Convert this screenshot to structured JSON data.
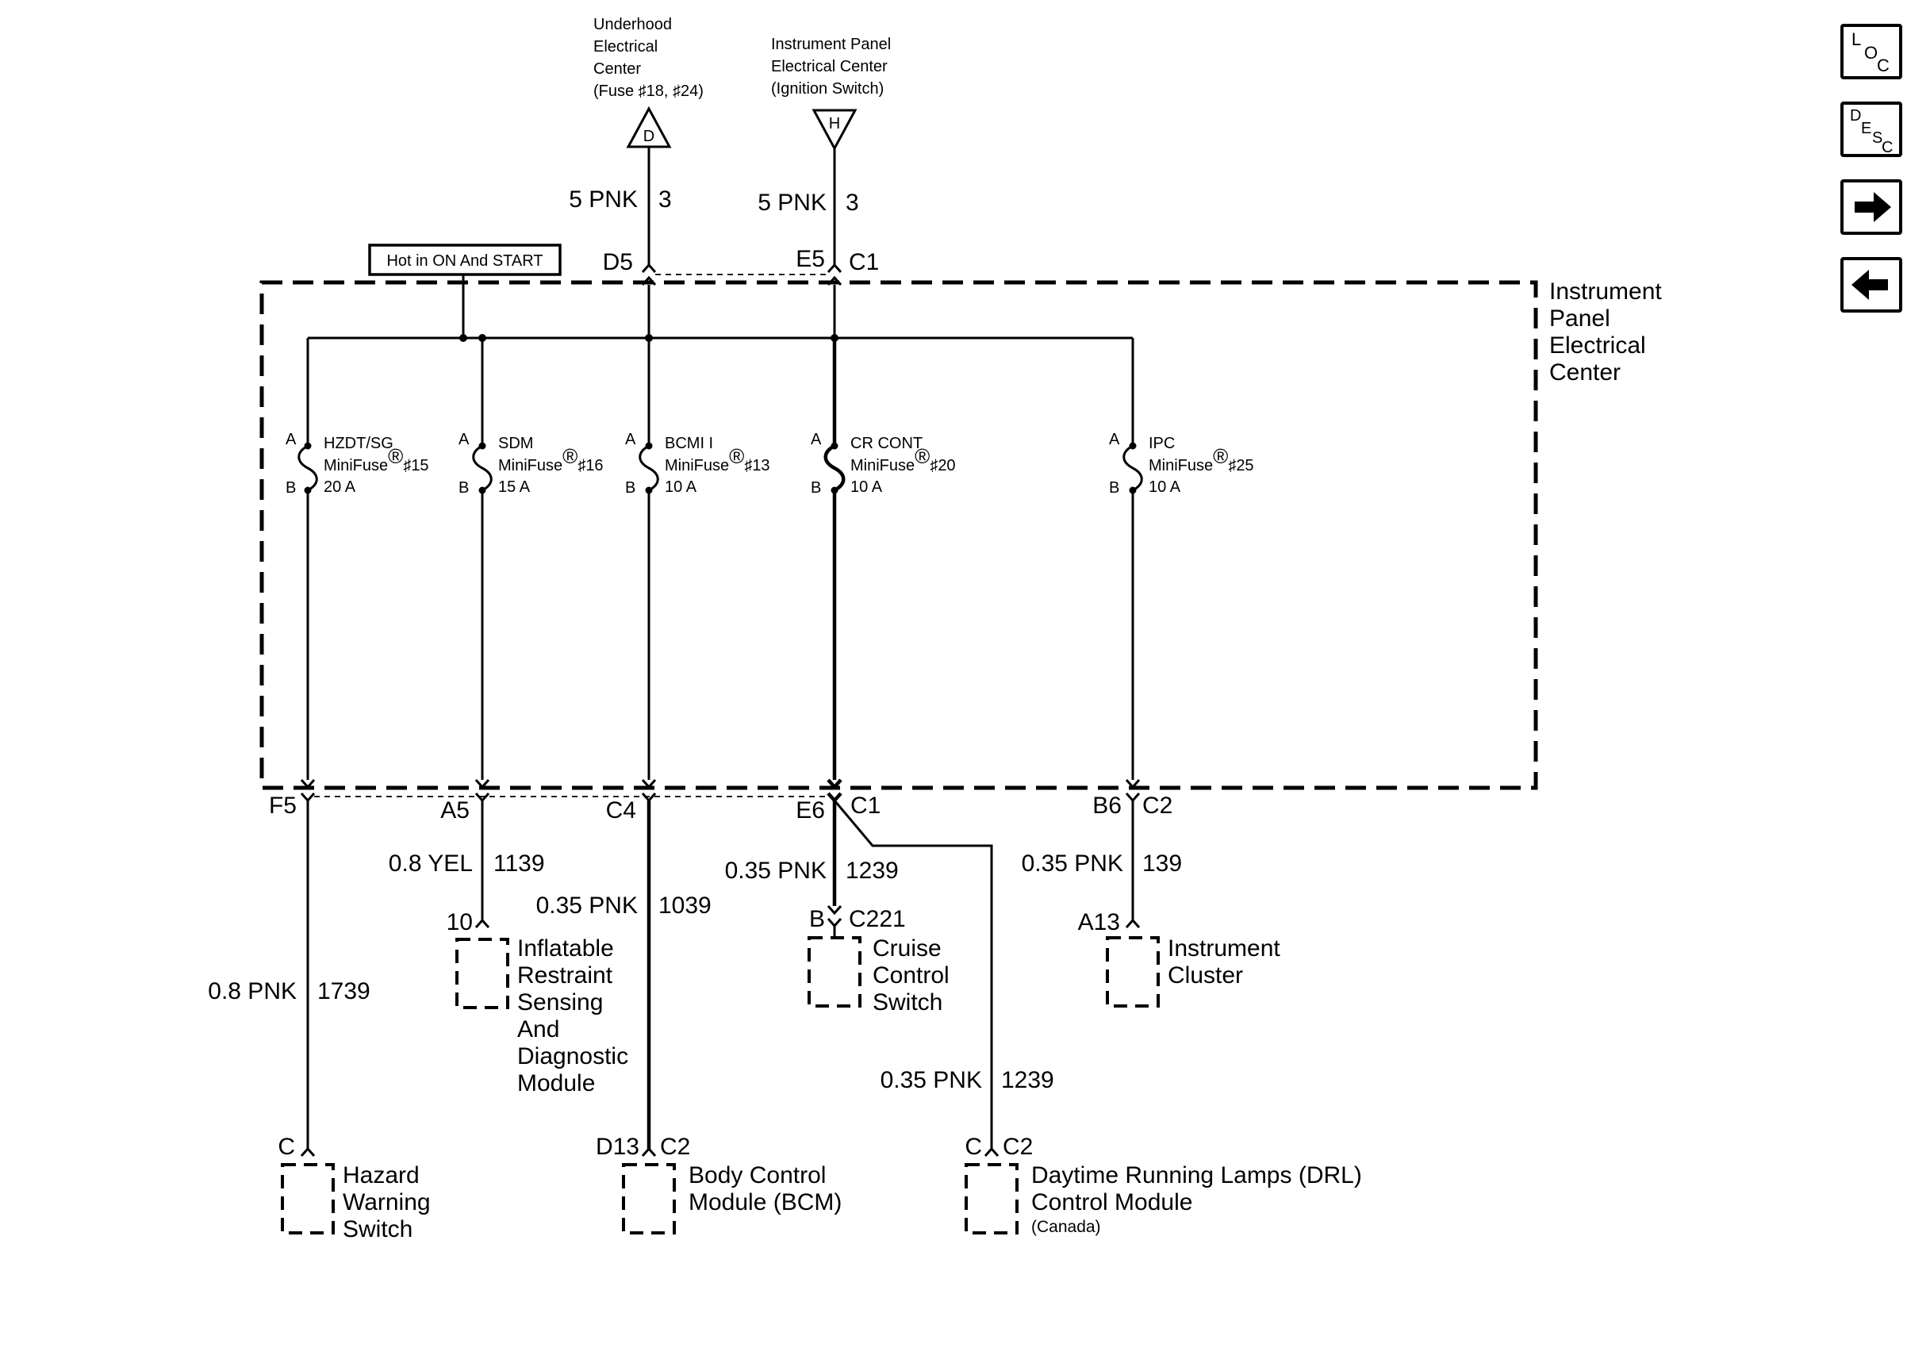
{
  "sources": {
    "underhood": {
      "lines": [
        "Underhood",
        "Electrical",
        "Center",
        "(Fuse ♯18, ♯24)"
      ],
      "letter": "D"
    },
    "ip": {
      "lines": [
        "Instrument Panel",
        "Electrical Center",
        "(Ignition Switch)"
      ],
      "letter": "H"
    }
  },
  "feed_wires": [
    {
      "gauge_color": "5 PNK",
      "circuit": "3"
    },
    {
      "gauge_color": "5 PNK",
      "circuit": "3"
    }
  ],
  "top_connectors": {
    "d5": "D5",
    "e5": "E5",
    "c1": "C1"
  },
  "hot_label": "Hot in ON And START",
  "ipec_label": [
    "Instrument",
    "Panel",
    "Electrical",
    "Center"
  ],
  "fuses": [
    {
      "name": "HZDT/SG",
      "type": "MiniFuse",
      "number": "♯15",
      "rating": "20 A",
      "pin_a": "A",
      "pin_b": "B"
    },
    {
      "name": "SDM",
      "type": "MiniFuse",
      "number": "♯16",
      "rating": "15 A",
      "pin_a": "A",
      "pin_b": "B"
    },
    {
      "name": "BCMI I",
      "type": "MiniFuse",
      "number": "♯13",
      "rating": "10 A",
      "pin_a": "A",
      "pin_b": "B"
    },
    {
      "name": "CR CONT",
      "type": "MiniFuse",
      "number": "♯20",
      "rating": "10 A",
      "pin_a": "A",
      "pin_b": "B"
    },
    {
      "name": "IPC",
      "type": "MiniFuse",
      "number": "♯25",
      "rating": "10 A",
      "pin_a": "A",
      "pin_b": "B"
    }
  ],
  "registered_mark": "®",
  "bottom_connectors": {
    "f5": "F5",
    "a5": "A5",
    "c4": "C4",
    "e6": "E6",
    "c1": "C1",
    "b6": "B6",
    "c2": "C2"
  },
  "wires": {
    "hazard": {
      "gauge_color": "0.8 PNK",
      "circuit": "1739"
    },
    "sdm": {
      "gauge_color": "0.8 YEL",
      "circuit": "1139"
    },
    "bcm": {
      "gauge_color": "0.35 PNK",
      "circuit": "1039"
    },
    "cruise": {
      "gauge_color": "0.35 PNK",
      "circuit": "1239"
    },
    "ipc": {
      "gauge_color": "0.35 PNK",
      "circuit": "139"
    },
    "drl": {
      "gauge_color": "0.35 PNK",
      "circuit": "1239"
    }
  },
  "components": {
    "sdm": {
      "pin": "10",
      "lines": [
        "Inflatable",
        "Restraint",
        "Sensing",
        "And",
        "Diagnostic",
        "Module"
      ]
    },
    "cruise": {
      "pin": "B",
      "connector": "C221",
      "lines": [
        "Cruise",
        "Control",
        "Switch"
      ]
    },
    "ipc": {
      "pin": "A13",
      "lines": [
        "Instrument",
        "Cluster"
      ]
    },
    "hazard": {
      "pin": "C",
      "lines": [
        "Hazard",
        "Warning",
        "Switch"
      ]
    },
    "bcm": {
      "pin": "D13",
      "connector": "C2",
      "lines": [
        "Body Control",
        "Module (BCM)"
      ]
    },
    "drl": {
      "pin": "C",
      "connector": "C2",
      "lines": [
        "Daytime Running Lamps (DRL)",
        "Control Module"
      ],
      "note": "(Canada)"
    }
  },
  "nav": {
    "loc": {
      "l": "L",
      "o": "O",
      "c": "C"
    },
    "desc": {
      "d": "D",
      "e": "E",
      "s": "S",
      "c": "C"
    },
    "next_icon": "arrow-right",
    "prev_icon": "arrow-left"
  }
}
